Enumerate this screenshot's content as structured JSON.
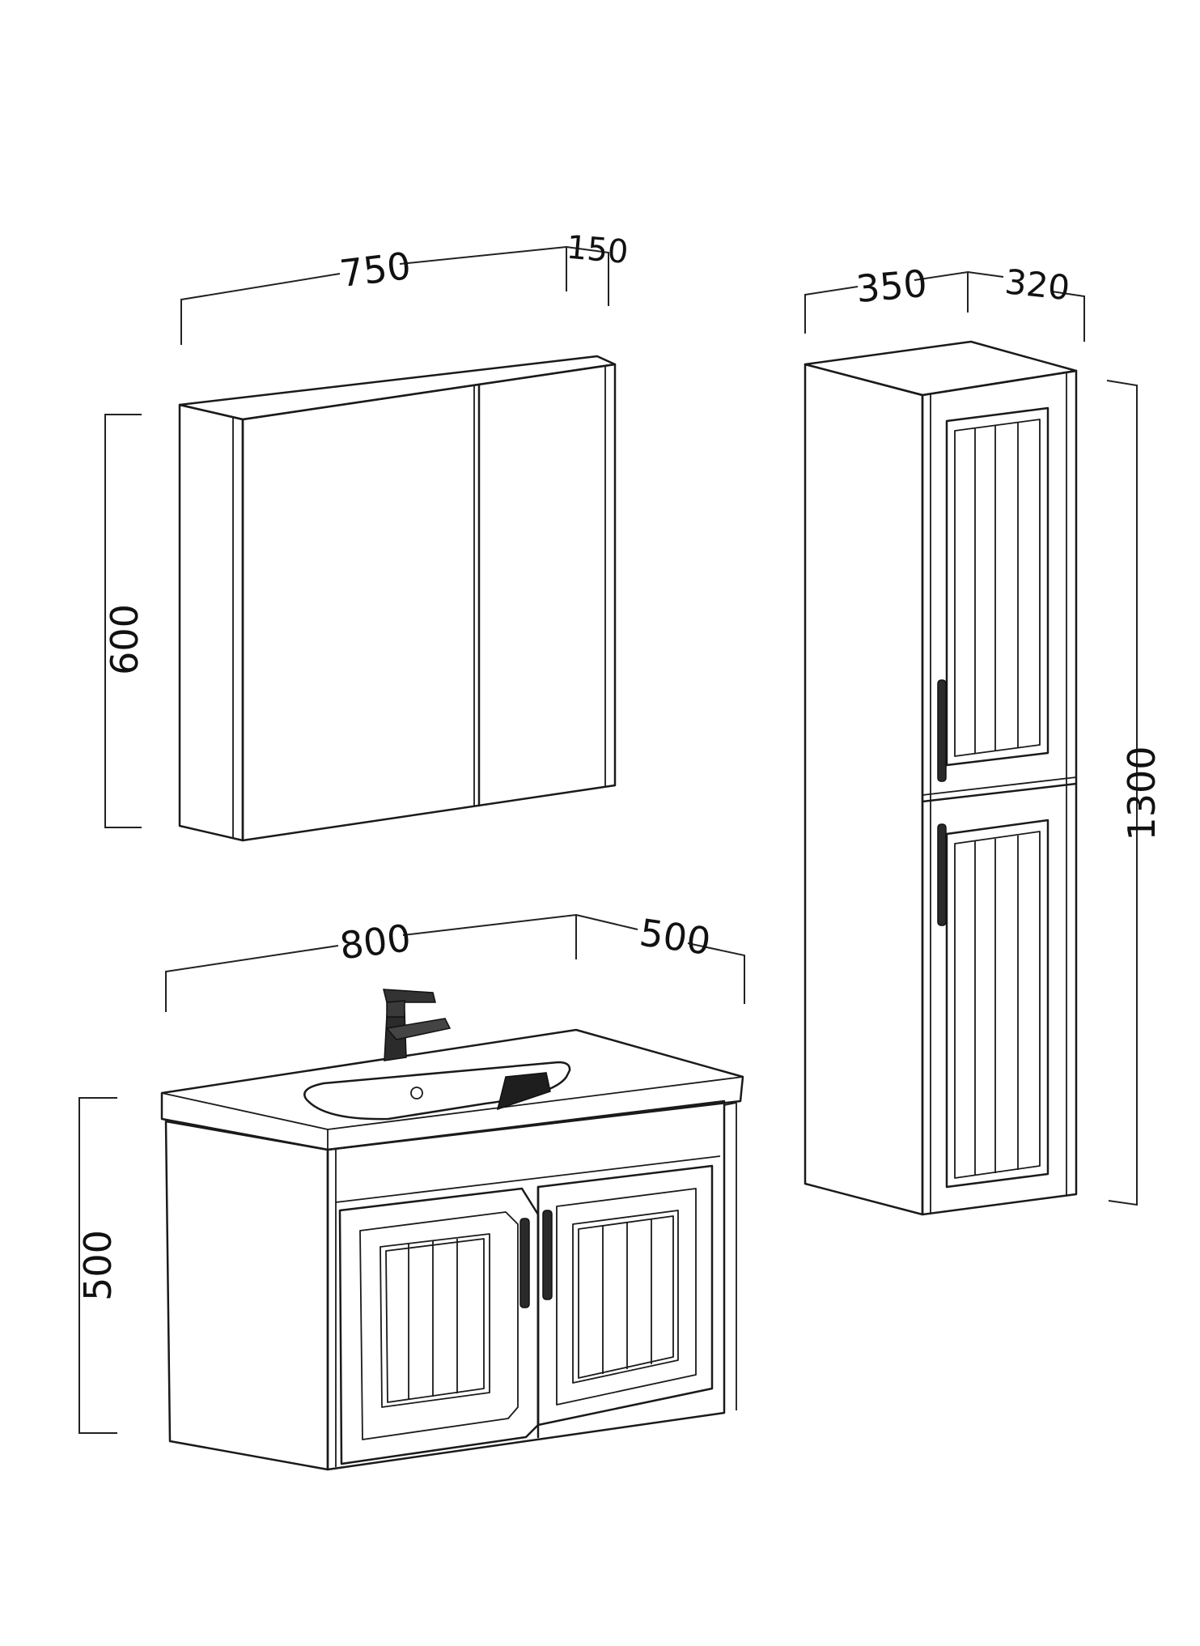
{
  "dimensions": {
    "mirror_cabinet": {
      "width": "750",
      "depth": "150",
      "height": "600"
    },
    "tall_cabinet": {
      "width": "350",
      "depth": "320",
      "height": "1300"
    },
    "vanity": {
      "width": "800",
      "depth": "500",
      "height": "500"
    }
  },
  "colors": {
    "line": "#1a1a1a",
    "background": "#ffffff",
    "handle": "#2a2a2a"
  },
  "icons": {
    "faucet": "faucet-icon",
    "drain": "drain-icon"
  }
}
